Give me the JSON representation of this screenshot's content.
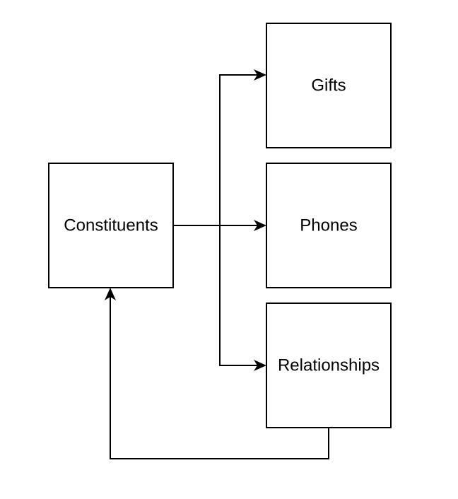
{
  "diagram": {
    "nodes": {
      "constituents": "Constituents",
      "gifts": "Gifts",
      "phones": "Phones",
      "relationships": "Relationships"
    },
    "edges": [
      {
        "from": "Constituents",
        "to": "Gifts"
      },
      {
        "from": "Constituents",
        "to": "Phones"
      },
      {
        "from": "Constituents",
        "to": "Relationships"
      },
      {
        "from": "Relationships",
        "to": "Constituents"
      }
    ],
    "colors": {
      "stroke": "#000000",
      "fill": "#ffffff"
    }
  }
}
